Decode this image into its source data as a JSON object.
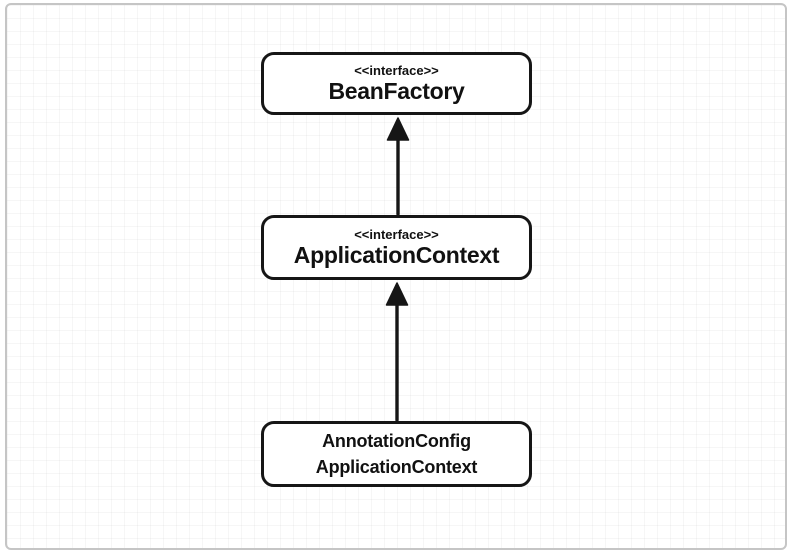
{
  "diagram": {
    "type": "uml-class-inheritance",
    "nodes": [
      {
        "id": "bean-factory",
        "stereotype": "<<interface>>",
        "name": "BeanFactory"
      },
      {
        "id": "application-context",
        "stereotype": "<<interface>>",
        "name": "ApplicationContext"
      },
      {
        "id": "annotation-config-application-context",
        "name_lines": [
          "AnnotationConfig",
          "ApplicationContext"
        ]
      }
    ],
    "edges": [
      {
        "from": "application-context",
        "to": "bean-factory",
        "relation": "extends"
      },
      {
        "from": "annotation-config-application-context",
        "to": "application-context",
        "relation": "implements"
      }
    ],
    "colors": {
      "line": "#161616",
      "box_border": "#161616",
      "box_background": "#ffffff",
      "canvas_background": "#ffffff",
      "canvas_frame": "#c5c5c5",
      "grid_line": "#eeeeee"
    }
  }
}
